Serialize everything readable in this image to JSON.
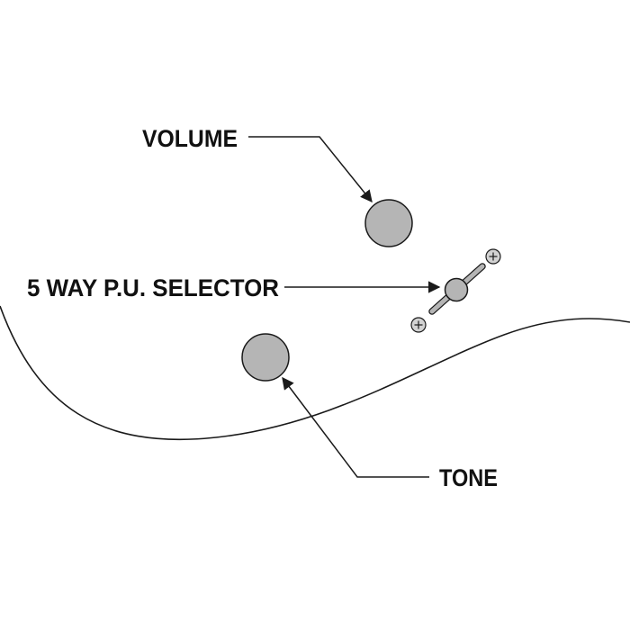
{
  "labels": {
    "volume": "VOLUME",
    "selector": "5 WAY P.U. SELECTOR",
    "tone": "TONE"
  },
  "colors": {
    "background": "#ffffff",
    "line": "#1a1a1a",
    "knob_fill": "#b5b5b5",
    "knob_stroke": "#1a1a1a",
    "text": "#111111"
  },
  "icons": {
    "volume_knob": "round-knob-icon",
    "tone_knob": "round-knob-icon",
    "selector_switch": "toggle-lever-icon",
    "screw": "screw-head-icon"
  }
}
